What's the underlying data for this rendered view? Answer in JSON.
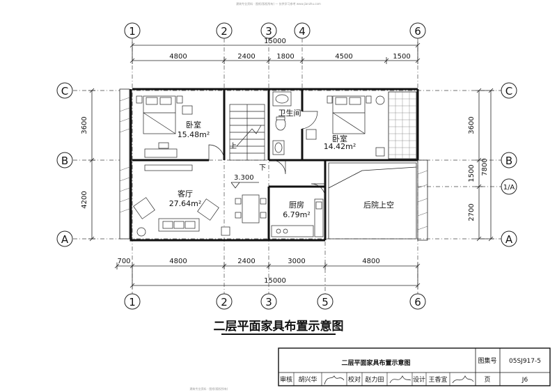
{
  "header_watermark": "建筑专业资料 · 图纸(版权所有) — 仅供学习参考 www.jianzhu.com",
  "footer_watermark": "建筑专业资料 · 图纸(版权所有)",
  "plan": {
    "overall_dimension": "15000",
    "top_dimensions": [
      "4800",
      "2400",
      "1800",
      "4500",
      "1500"
    ],
    "bottom_dimensions": [
      "700",
      "4800",
      "2400",
      "3000",
      "4800"
    ],
    "left_dimensions": [
      "3600",
      "4200"
    ],
    "right_dimensions": [
      "3600",
      "1500",
      "2700"
    ],
    "right_total": "7800",
    "top_axes": [
      "1",
      "2",
      "3",
      "4",
      "6"
    ],
    "bottom_axes": [
      "1",
      "2",
      "3",
      "5",
      "6"
    ],
    "left_axes": [
      "C",
      "B",
      "A"
    ],
    "right_axes": [
      "C",
      "B",
      "1/A",
      "A"
    ],
    "rooms": [
      {
        "name": "卧室",
        "area": "15.48m²"
      },
      {
        "name": "卫生间",
        "area": ""
      },
      {
        "name": "卧室",
        "area": "14.42m²"
      },
      {
        "name": "客厅",
        "area": "27.64m²"
      },
      {
        "name": "厨房",
        "area": "6.79m²"
      },
      {
        "name": "后院上空",
        "area": ""
      }
    ],
    "stair_up": "上",
    "stair_down": "下",
    "elevation": "3.300"
  },
  "caption": "二层平面家具布置示意图",
  "title_block": {
    "title": "二层平面家具布置示意图",
    "atlas_label": "图集号",
    "atlas_number": "05SJ917-5",
    "page_label": "页",
    "page_number": "J6",
    "review_label": "审核",
    "reviewer": "胡兴华",
    "check_label": "校对",
    "checker": "赵力田",
    "design_label": "设计",
    "designer": "王香宜"
  }
}
